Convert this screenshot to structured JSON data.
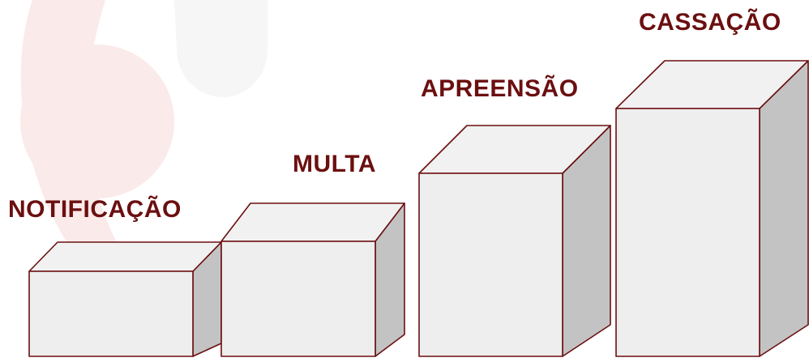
{
  "colors": {
    "outline": "#6b0f10",
    "text": "#6b0f10",
    "face_front": "#eeeeee",
    "face_top": "#f1f1f1",
    "face_side": "#c3c3c3",
    "watermark_red": "#fbeaea",
    "watermark_gray": "#f6f6f6"
  },
  "steps": [
    {
      "label": "NOTIFICAÇÃO",
      "level": 1
    },
    {
      "label": "MULTA",
      "level": 2
    },
    {
      "label": "APREENSÃO",
      "level": 3
    },
    {
      "label": "CASSAÇÃO",
      "level": 4
    }
  ]
}
